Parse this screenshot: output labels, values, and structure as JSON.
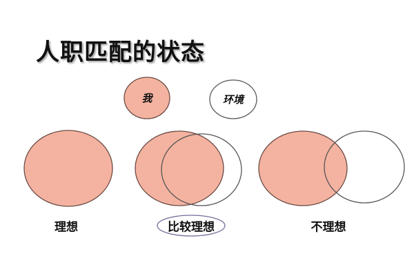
{
  "title": "人职匹配的状态",
  "colors": {
    "self_fill": "#F4B3A0",
    "self_stroke": "#6B4A44",
    "env_stroke": "#555555",
    "highlight_stroke": "#6F6F9A",
    "background": "#FFFFFF"
  },
  "legend": {
    "self": {
      "label": "我"
    },
    "environment": {
      "label": "环境"
    }
  },
  "states": [
    {
      "label": "理想",
      "overlap": "complete",
      "highlighted": false
    },
    {
      "label": "比较理想",
      "overlap": "large",
      "highlighted": true
    },
    {
      "label": "不理想",
      "overlap": "small",
      "highlighted": false
    }
  ]
}
